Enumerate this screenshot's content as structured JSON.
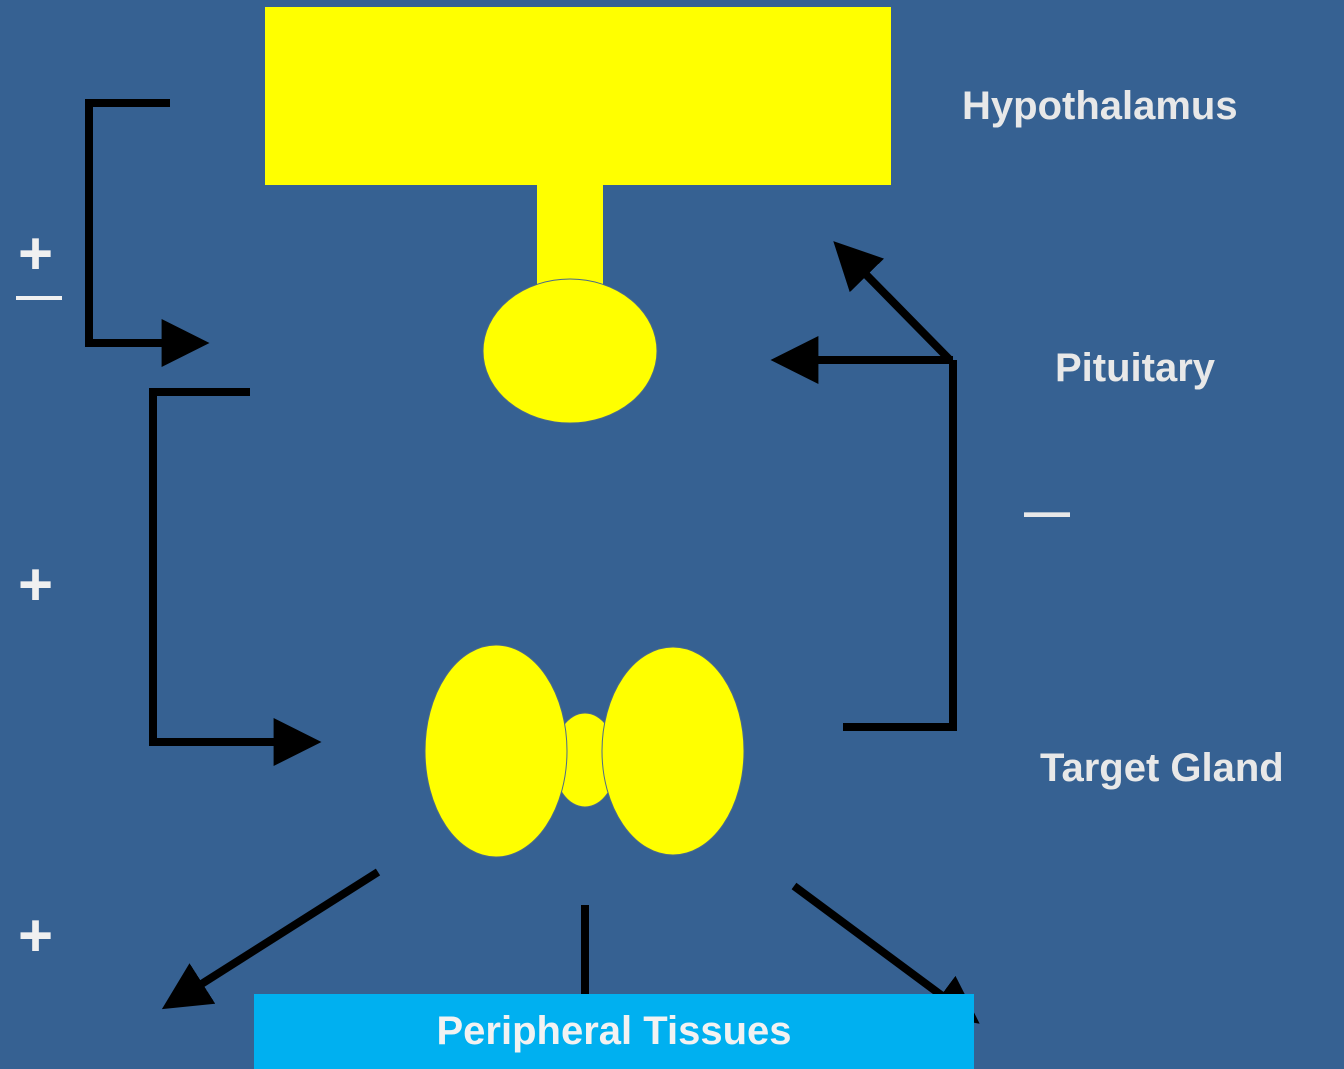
{
  "labels": {
    "hypothalamus": "Hypothalamus",
    "pituitary": "Pituitary",
    "target_gland": "Target Gland",
    "peripheral_tissues": "Peripheral Tissues",
    "minus": "—"
  },
  "signs": {
    "plus_minus": "+",
    "plus_middle": "+",
    "plus_bottom": "+"
  },
  "colors": {
    "background": "#366192",
    "gland_fill": "#ffff00",
    "peripheral_box": "#00b0f0",
    "arrow": "#000000",
    "text": "#e8e8e8"
  }
}
